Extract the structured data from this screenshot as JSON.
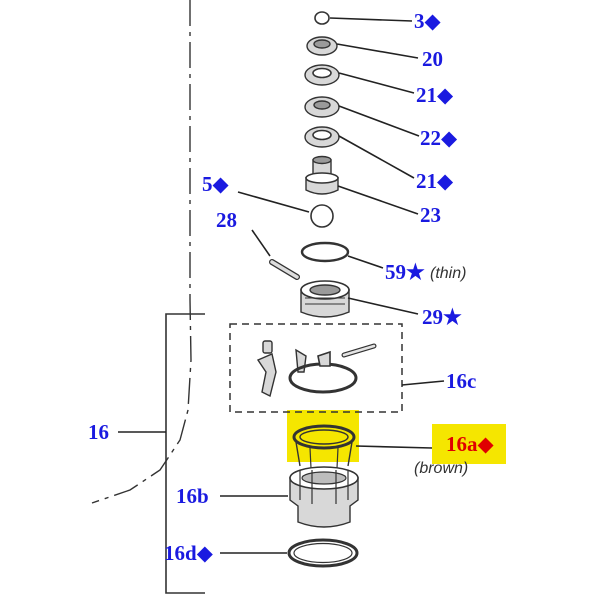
{
  "colors": {
    "label_blue": "#1a1ae0",
    "label_red": "#e00000",
    "highlight": "#f5e600"
  },
  "labels": {
    "p3": {
      "num": "3",
      "mark": "◆"
    },
    "p20": {
      "num": "20",
      "mark": ""
    },
    "p21a": {
      "num": "21",
      "mark": "◆"
    },
    "p22": {
      "num": "22",
      "mark": "◆"
    },
    "p21b": {
      "num": "21",
      "mark": "◆"
    },
    "p5": {
      "num": "5",
      "mark": "◆"
    },
    "p23": {
      "num": "23",
      "mark": ""
    },
    "p28": {
      "num": "28",
      "mark": ""
    },
    "p59": {
      "num": "59",
      "mark": "★",
      "note": "(thin)"
    },
    "p29": {
      "num": "29",
      "mark": "★"
    },
    "p16c": {
      "num": "16c",
      "mark": ""
    },
    "p16": {
      "num": "16",
      "mark": ""
    },
    "p16a": {
      "num": "16a",
      "mark": "◆",
      "note": "(brown)"
    },
    "p16b": {
      "num": "16b",
      "mark": ""
    },
    "p16d": {
      "num": "16d",
      "mark": "◆"
    }
  }
}
